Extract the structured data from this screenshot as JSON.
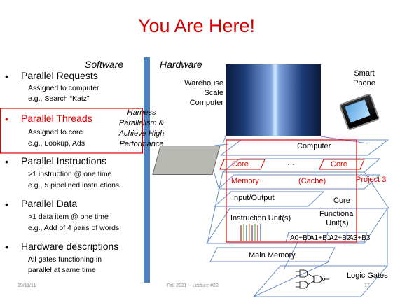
{
  "slide": {
    "title": "You Are Here!",
    "software_label": "Software",
    "hardware_label": "Hardware",
    "harness": [
      "Harness",
      "Parallelism &",
      "Achieve High",
      "Performance"
    ],
    "bullets": [
      {
        "title": "Parallel Requests",
        "lines": [
          "Assigned to computer",
          "e.g., Search “Katz”"
        ]
      },
      {
        "title": "Parallel Threads",
        "lines": [
          "Assigned to core",
          "e.g., Lookup, Ads"
        ]
      },
      {
        "title": "Parallel Instructions",
        "lines": [
          ">1 instruction @ one time",
          "e.g., 5 pipelined instructions"
        ]
      },
      {
        "title": "Parallel Data",
        "lines": [
          ">1 data item @ one time",
          "e.g., Add of 4 pairs of words"
        ]
      },
      {
        "title": "Hardware descriptions",
        "lines": [
          "All gates functioning in",
          "parallel at same time"
        ]
      }
    ],
    "warehouse": [
      "Warehouse",
      "Scale",
      "Computer"
    ],
    "smartphone": [
      "Smart",
      "Phone"
    ],
    "computer": "Computer",
    "core": "Core",
    "ellipsis": "…",
    "memory": "Memory",
    "cache": "(Cache)",
    "project": "Project 3",
    "io": "Input/Output",
    "core2": "Core",
    "instruction_unit": "Instruction Unit(s)",
    "functional_unit": [
      "Functional",
      "Unit(s)"
    ],
    "adds": [
      "A0+B0",
      "A1+B1",
      "A2+B2",
      "A3+B3"
    ],
    "main_memory": "Main Memory",
    "logic_gates": "Logic Gates",
    "footer": {
      "date": "10/11/11",
      "lecture": "Fall 2011 -- Lecture #20",
      "page": "17"
    }
  }
}
